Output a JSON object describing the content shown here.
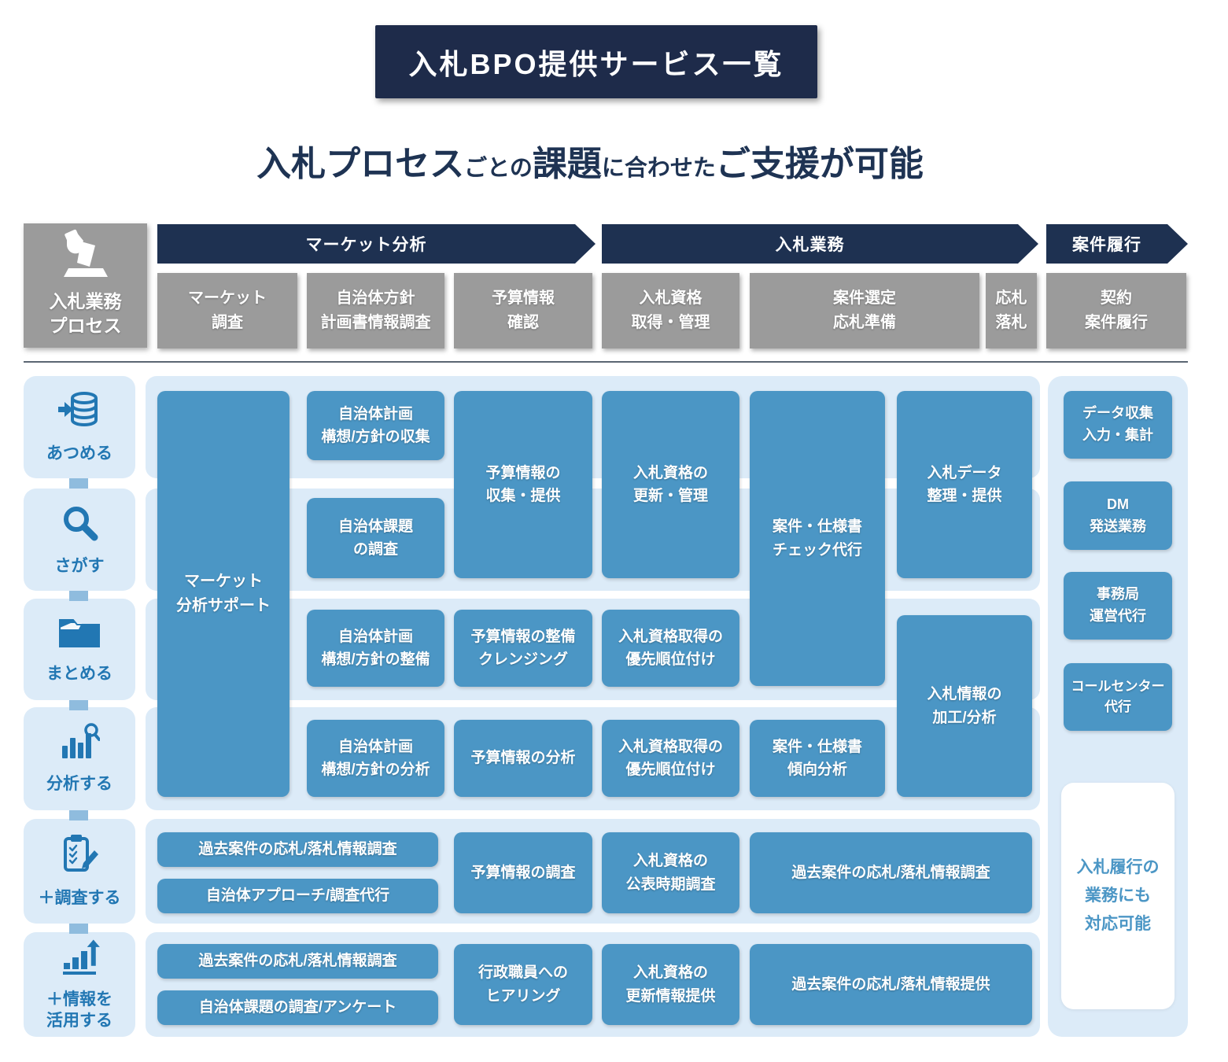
{
  "title": "入札BPO提供サービス一覧",
  "subtitle": {
    "seg1": "入札プロセス",
    "seg2": "ごとの",
    "seg3": "課題",
    "seg4": "に合わせた",
    "seg5": "ご支援が可能"
  },
  "header": {
    "process_label": "入札業務\nプロセス",
    "process_icon": "ballot-box-icon",
    "arrows": [
      "マーケット分析",
      "入札業務",
      "案件履行"
    ],
    "stages": [
      "マーケット\n調査",
      "自治体方針\n計画書情報調査",
      "予算情報\n確認",
      "入札資格\n取得・管理",
      "案件選定\n応札準備",
      "応札\n落札",
      "契約\n案件履行"
    ]
  },
  "sidebar": [
    {
      "label": "あつめる",
      "icon": "collect-database-icon"
    },
    {
      "label": "さがす",
      "icon": "search-icon"
    },
    {
      "label": "まとめる",
      "icon": "folder-icon"
    },
    {
      "label": "分析する",
      "icon": "chart-magnifier-icon"
    },
    {
      "label": "＋調査する",
      "icon": "clipboard-pen-icon"
    },
    {
      "label": "＋情報を\n活用する",
      "icon": "growth-chart-icon"
    }
  ],
  "services": [
    {
      "label": "マーケット\n分析サポート"
    },
    {
      "label": "自治体計画\n構想/方針の収集"
    },
    {
      "label": "自治体課題\nの調査"
    },
    {
      "label": "予算情報の\n収集・提供"
    },
    {
      "label": "入札資格の\n更新・管理"
    },
    {
      "label": "案件・仕様書\nチェック代行"
    },
    {
      "label": "入札データ\n整理・提供"
    },
    {
      "label": "入札情報の\n加工/分析"
    },
    {
      "label": "自治体計画\n構想/方針の整備"
    },
    {
      "label": "予算情報の整備\nクレンジング"
    },
    {
      "label": "入札資格取得の\n優先順位付け"
    },
    {
      "label": "自治体計画\n構想/方針の分析"
    },
    {
      "label": "予算情報の分析"
    },
    {
      "label": "入札資格取得の\n優先順位付け"
    },
    {
      "label": "案件・仕様書\n傾向分析"
    },
    {
      "label": "過去案件の応札/落札情報調査"
    },
    {
      "label": "自治体アプローチ/調査代行"
    },
    {
      "label": "予算情報の調査"
    },
    {
      "label": "入札資格の\n公表時期調査"
    },
    {
      "label": "過去案件の応札/落札情報調査"
    },
    {
      "label": "過去案件の応札/落札情報調査"
    },
    {
      "label": "自治体課題の調査/アンケート"
    },
    {
      "label": "行政職員への\nヒアリング"
    },
    {
      "label": "入札資格の\n更新情報提供"
    },
    {
      "label": "過去案件の応札/落札情報提供"
    }
  ],
  "right_column": {
    "services": [
      {
        "label": "データ収集\n入力・集計"
      },
      {
        "label": "DM\n発送業務"
      },
      {
        "label": "事務局\n運営代行"
      },
      {
        "label": "コールセンター\n代行"
      }
    ],
    "note": "入札履行の\n業務にも\n対応可能"
  },
  "colors": {
    "navy": "#1e2b4a",
    "arrow_navy": "#1e3151",
    "stage_gray": "#9b9b9b",
    "service_blue": "#4b96c5",
    "band_light_blue": "#dcebf8",
    "sidebar_accent": "#2277b3",
    "connector_blue": "#8fbcde"
  }
}
